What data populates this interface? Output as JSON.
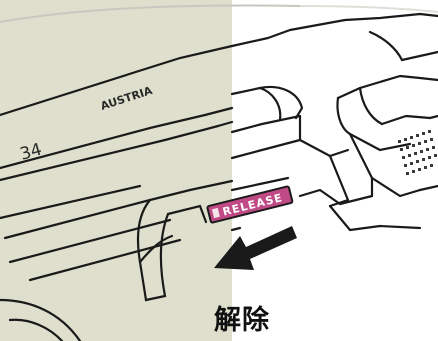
{
  "illustration": {
    "frame_marking": "34",
    "country_marking": "AUSTRIA",
    "release_indicator_text": "RELEASE",
    "caption": "解除"
  },
  "colors": {
    "panel_tint": "#dedfcc",
    "line": "#1a1a1a",
    "indicator_fill": "#c04a86",
    "arrow": "#1a1a1a"
  }
}
